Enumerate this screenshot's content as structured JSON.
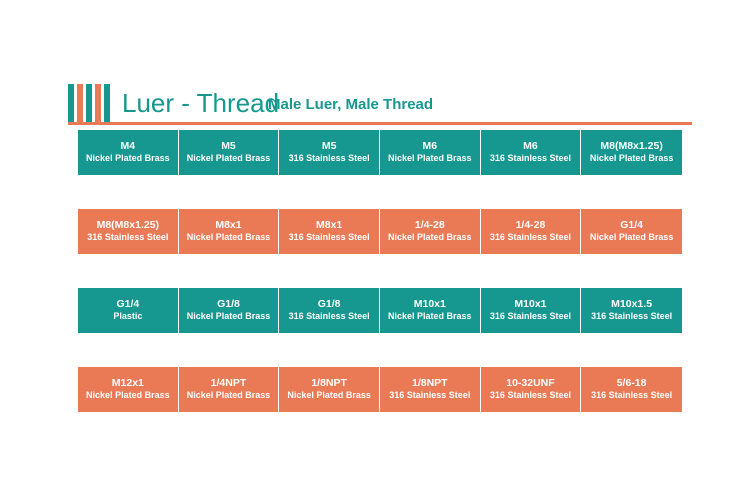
{
  "header": {
    "title": "Luer - Thread",
    "subtitle": "Male Luer, Male Thread",
    "bar_colors": [
      "#16978f",
      "#ea7a55",
      "#16978f",
      "#ea7a55",
      "#16978f"
    ]
  },
  "colors": {
    "teal": "#16978f",
    "coral": "#ea7a55"
  },
  "rows": [
    {
      "color": "teal",
      "cells": [
        {
          "size": "M4",
          "material": "Nickel Plated Brass",
          "image": "nickel-fitting",
          "count": 1
        },
        {
          "size": "M5",
          "material": "Nickel Plated Brass",
          "image": "nickel-fitting",
          "count": 1
        },
        {
          "size": "M5",
          "material": "316 Stainless Steel",
          "image": "steel-fitting",
          "count": 1
        },
        {
          "size": "M6",
          "material": "Nickel Plated Brass",
          "image": "nickel-fitting",
          "count": 2
        },
        {
          "size": "M6",
          "material": "316 Stainless Steel",
          "image": "steel-fitting",
          "count": 1
        },
        {
          "size": "M8(M8x1.25)",
          "material": "Nickel Plated Brass",
          "image": "nickel-fitting",
          "count": 1
        }
      ]
    },
    {
      "color": "coral",
      "cells": [
        {
          "size": "M8(M8x1.25)",
          "material": "316 Stainless Steel",
          "image": "steel-fitting",
          "count": 1
        },
        {
          "size": "M8x1",
          "material": "Nickel Plated Brass",
          "image": "nickel-fitting",
          "count": 2
        },
        {
          "size": "M8x1",
          "material": "316 Stainless Steel",
          "image": "steel-fitting",
          "count": 1
        },
        {
          "size": "1/4-28",
          "material": "Nickel Plated Brass",
          "image": "nickel-fitting",
          "count": 1
        },
        {
          "size": "1/4-28",
          "material": "316 Stainless Steel",
          "image": "steel-fitting",
          "count": 1
        },
        {
          "size": "G1/4",
          "material": "Nickel Plated Brass",
          "image": "nickel-fitting",
          "count": 1
        }
      ]
    },
    {
      "color": "teal",
      "cells": [
        {
          "size": "G1/4",
          "material": "Plastic",
          "image": "plastic-fitting",
          "count": 2
        },
        {
          "size": "G1/8",
          "material": "Nickel Plated Brass",
          "image": "nickel-fitting",
          "count": 1
        },
        {
          "size": "G1/8",
          "material": "316 Stainless Steel",
          "image": "steel-fitting",
          "count": 1
        },
        {
          "size": "M10x1",
          "material": "Nickel Plated Brass",
          "image": "nickel-fitting",
          "count": 1
        },
        {
          "size": "M10x1",
          "material": "316 Stainless Steel",
          "image": "steel-fitting",
          "count": 1
        },
        {
          "size": "M10x1.5",
          "material": "316 Stainless Steel",
          "image": "steel-fitting",
          "count": 1
        }
      ]
    },
    {
      "color": "coral",
      "cells": [
        {
          "size": "M12x1",
          "material": "Nickel Plated Brass",
          "image": "nickel-fitting",
          "count": 1
        },
        {
          "size": "1/4NPT",
          "material": "Nickel Plated Brass",
          "image": "nickel-fitting",
          "count": 1
        },
        {
          "size": "1/8NPT",
          "material": "Nickel Plated Brass",
          "image": "nickel-fitting",
          "count": 1
        },
        {
          "size": "1/8NPT",
          "material": "316 Stainless Steel",
          "image": "steel-fitting",
          "count": 1
        },
        {
          "size": "10-32UNF",
          "material": "316 Stainless Steel",
          "image": "steel-fitting",
          "count": 1
        },
        {
          "size": "5/6-18",
          "material": "316 Stainless Steel",
          "image": "steel-fitting",
          "count": 1
        }
      ]
    }
  ]
}
